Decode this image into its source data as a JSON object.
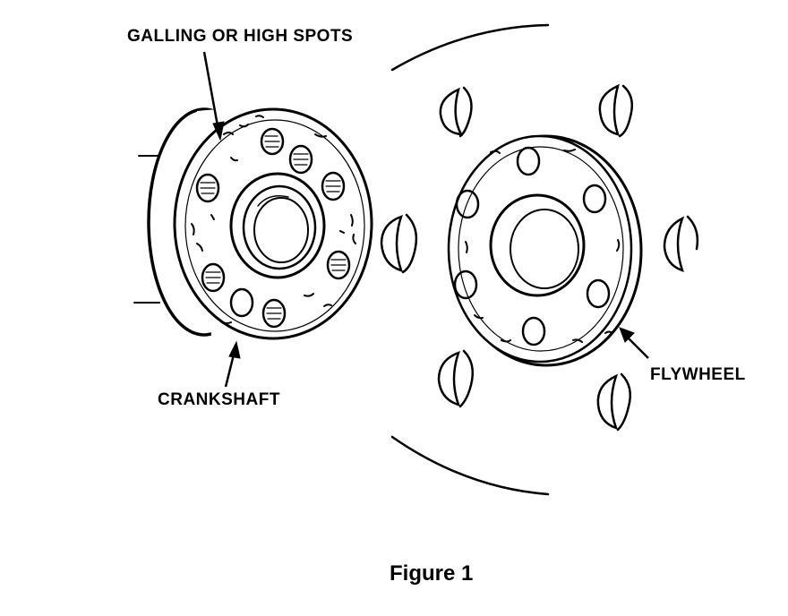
{
  "labels": {
    "galling": "GALLING OR HIGH SPOTS",
    "crankshaft": "CRANKSHAFT",
    "flywheel": "FLYWHEEL"
  },
  "caption": "Figure 1",
  "colors": {
    "ink": "#000000",
    "paper": "#ffffff"
  }
}
